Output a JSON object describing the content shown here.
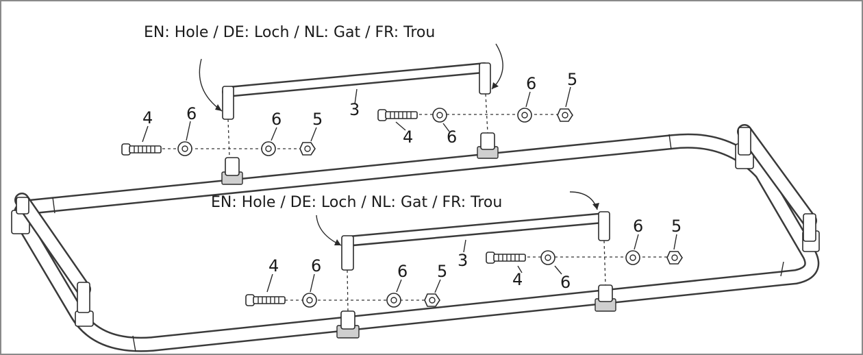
{
  "callouts": {
    "hole_label_top": "EN: Hole / DE: Loch / NL: Gat / FR: Trou",
    "hole_label_bottom": "EN: Hole / DE: Loch / NL: Gat / FR: Trou"
  },
  "part_numbers": {
    "bar": "3",
    "bolt": "4",
    "nut": "5",
    "washer": "6"
  }
}
